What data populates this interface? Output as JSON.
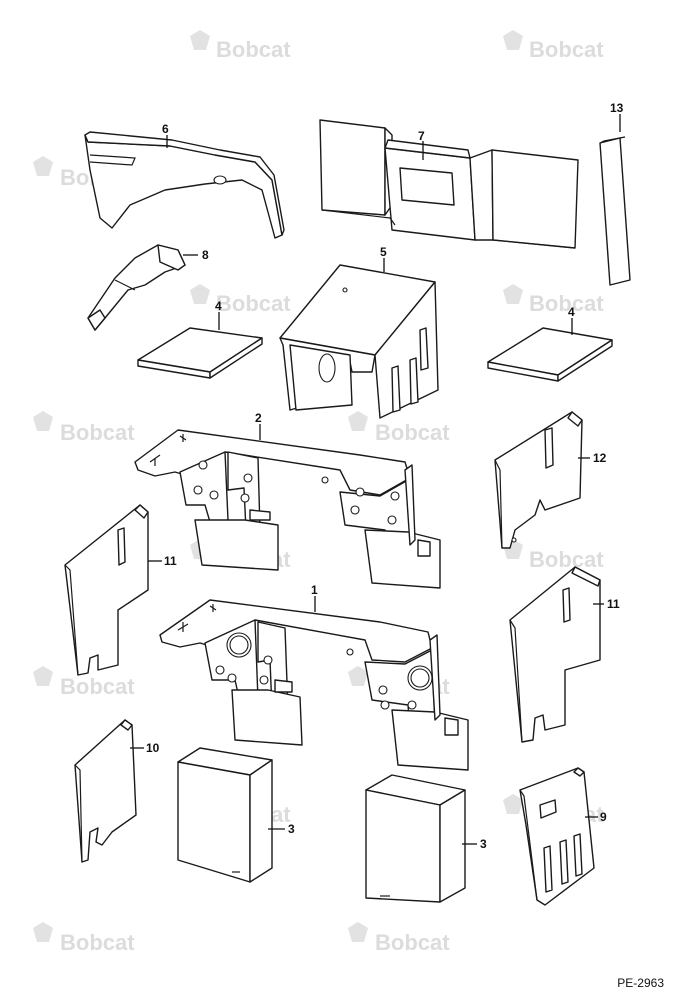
{
  "watermark": {
    "brand": "Bobcat"
  },
  "callouts": {
    "c1": "1",
    "c2": "2",
    "c3a": "3",
    "c3b": "3",
    "c4a": "4",
    "c4b": "4",
    "c5": "5",
    "c6": "6",
    "c7": "7",
    "c8": "8",
    "c9": "9",
    "c10": "10",
    "c11a": "11",
    "c11b": "11",
    "c12": "12",
    "c13": "13"
  },
  "drawing_code": "PE-2963"
}
